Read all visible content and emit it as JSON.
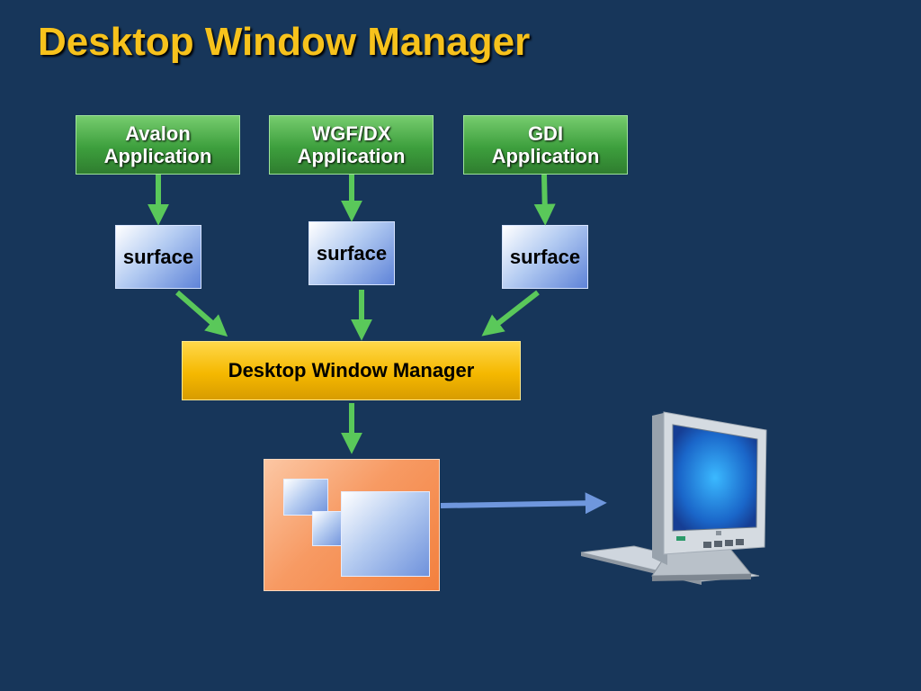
{
  "slide": {
    "title": "Desktop Window Manager"
  },
  "apps": [
    {
      "line1": "Avalon",
      "line2": "Application"
    },
    {
      "line1": "WGF/DX",
      "line2": "Application"
    },
    {
      "line1": "GDI",
      "line2": "Application"
    }
  ],
  "surfaces": [
    "surface",
    "surface",
    "surface"
  ],
  "dwm": {
    "label": "Desktop Window Manager"
  },
  "colors": {
    "background": "#17365a",
    "title": "#f7c21c",
    "app_box": "#3d9f3d",
    "arrow_green": "#5ac85a",
    "dwm_box": "#f5b800",
    "composite": "#f79a63",
    "surface": "#b4ccf2",
    "output_arrow": "#6f97dd"
  },
  "icons": {
    "monitor": "crt-monitor-icon"
  }
}
